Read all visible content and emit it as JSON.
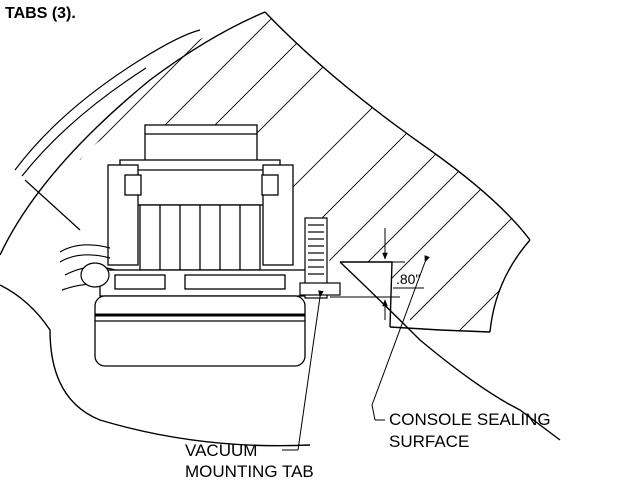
{
  "header": {
    "text": "TABS (3)."
  },
  "labels": {
    "console_sealing_line1": "CONSOLE SEALING",
    "console_sealing_line2": "SURFACE",
    "vacuum_line1": "VACUUM",
    "vacuum_line2": "MOUNTING TAB",
    "dimension": ".80\""
  },
  "colors": {
    "ink": "#000000",
    "paper": "#ffffff"
  }
}
